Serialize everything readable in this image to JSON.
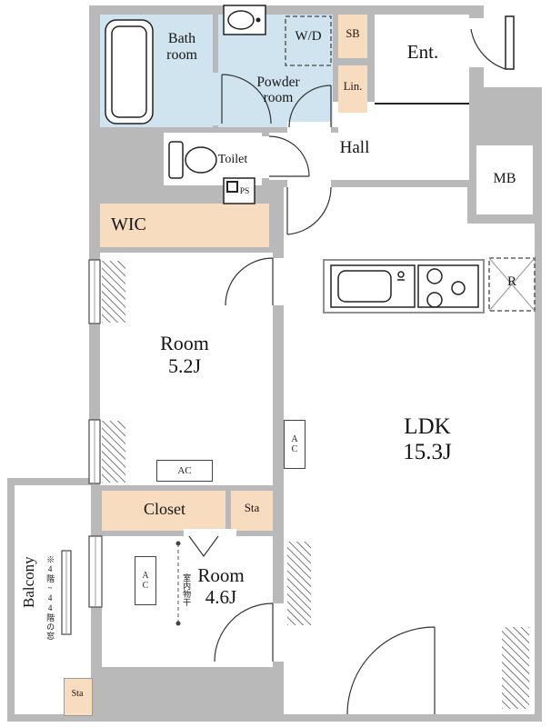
{
  "colors": {
    "wall": "#b9b9b9",
    "wet_area": "#cfe4ef",
    "storage": "#f7dcc0",
    "outline": "#222222"
  },
  "labels": {
    "bath": "Bath\nroom",
    "wd": "W/D",
    "sb": "SB",
    "powder": "Powder\nroom",
    "lin": "Lin.",
    "ent": "Ent.",
    "hall": "Hall",
    "toilet": "Toilet",
    "mb": "MB",
    "ps": "PS",
    "wic": "WIC",
    "room52": "Room\n5.2J",
    "ldk": "LDK\n15.3J",
    "fridge": "R",
    "ac": "AC",
    "closet": "Closet",
    "sta": "Sta",
    "room46": "Room\n4.6J",
    "balcony": "Balcony",
    "laundry": "室内物干",
    "window_note": "※4階~44階の窓"
  }
}
